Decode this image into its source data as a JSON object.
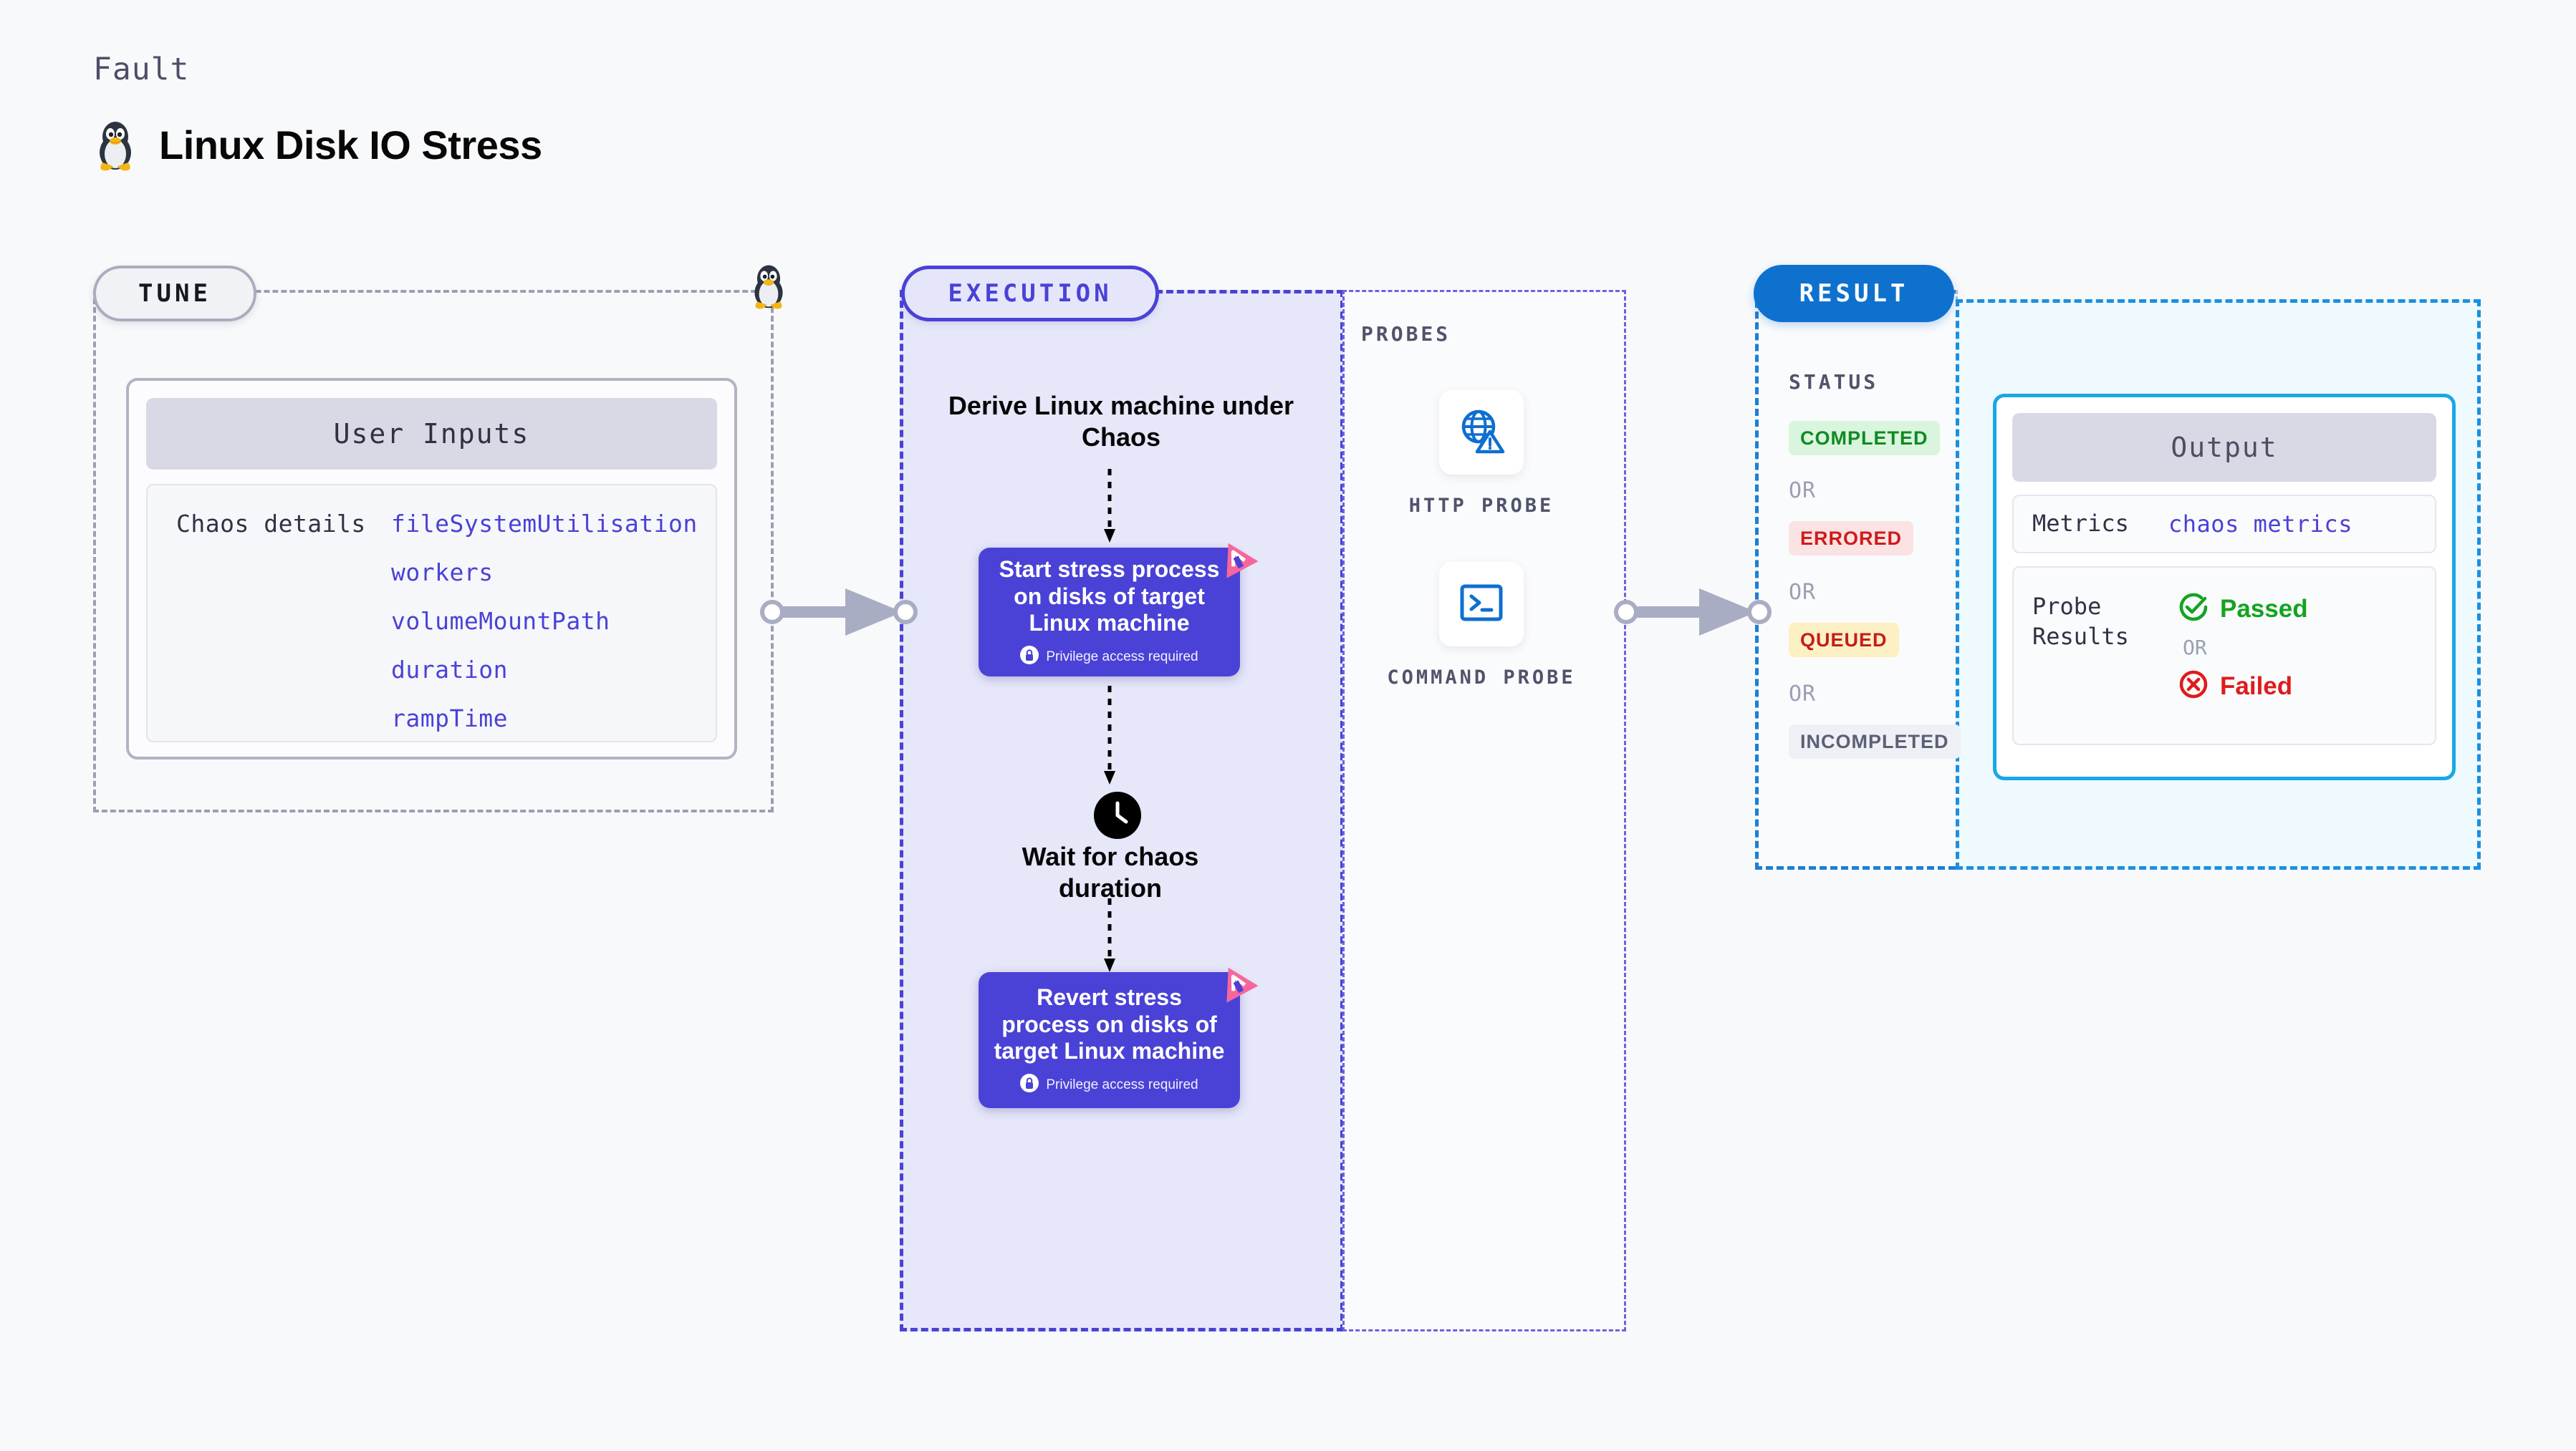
{
  "header": {
    "kicker": "Fault",
    "title": "Linux Disk IO Stress",
    "icon": "linux-penguin-icon"
  },
  "tune": {
    "pill_label": "TUNE",
    "penguin_icon": "linux-penguin-icon",
    "card": {
      "header": "User Inputs",
      "key_label": "Chaos details",
      "params": [
        "fileSystemUtilisation",
        "workers",
        "volumeMountPath",
        "duration",
        "rampTime"
      ]
    }
  },
  "execution": {
    "pill_label": "EXECUTION",
    "steps": [
      {
        "type": "text",
        "label": "Derive Linux machine under Chaos"
      },
      {
        "type": "process",
        "label": "Start stress process on disks of target Linux machine",
        "privilege_note": "Privilege access required",
        "badge": "chaos-corner-badge",
        "lock_icon": "lock-icon"
      },
      {
        "type": "wait",
        "icon": "clock-icon",
        "label": "Wait for chaos duration"
      },
      {
        "type": "process",
        "label": "Revert stress process on disks of target Linux machine",
        "privilege_note": "Privilege access required",
        "badge": "chaos-corner-badge",
        "lock_icon": "lock-icon"
      }
    ]
  },
  "probes": {
    "section_label": "PROBES",
    "items": [
      {
        "label": "HTTP PROBE",
        "icon": "globe-warning-icon"
      },
      {
        "label": "COMMAND PROBE",
        "icon": "terminal-icon"
      }
    ]
  },
  "result": {
    "pill_label": "RESULT",
    "status_label": "STATUS",
    "or_label": "OR",
    "statuses": [
      {
        "label": "COMPLETED",
        "bg": "#d9f5dd",
        "fg": "#0f8a22"
      },
      {
        "label": "ERRORED",
        "bg": "#fbe3e3",
        "fg": "#cf1b1b"
      },
      {
        "label": "QUEUED",
        "bg": "#fcf0c4",
        "fg": "#c41d1d"
      },
      {
        "label": "INCOMPLETED",
        "bg": "#eff0f5",
        "fg": "#5b6076"
      }
    ],
    "output": {
      "header": "Output",
      "metrics_key": "Metrics",
      "metrics_value": "chaos metrics",
      "probe_results_key": "Probe Results",
      "passed_label": "Passed",
      "or_label": "OR",
      "failed_label": "Failed",
      "passed_icon": "check-circle-icon",
      "failed_icon": "x-circle-icon"
    }
  },
  "colors": {
    "background": "#f8f9fb",
    "purple": "#4a42d6",
    "blue": "#0f71ce",
    "cyan": "#19a7e6",
    "gray_border": "#9aa0b0",
    "pink_badge": "#f5679c",
    "green": "#12a41f",
    "red": "#e01b1b"
  }
}
